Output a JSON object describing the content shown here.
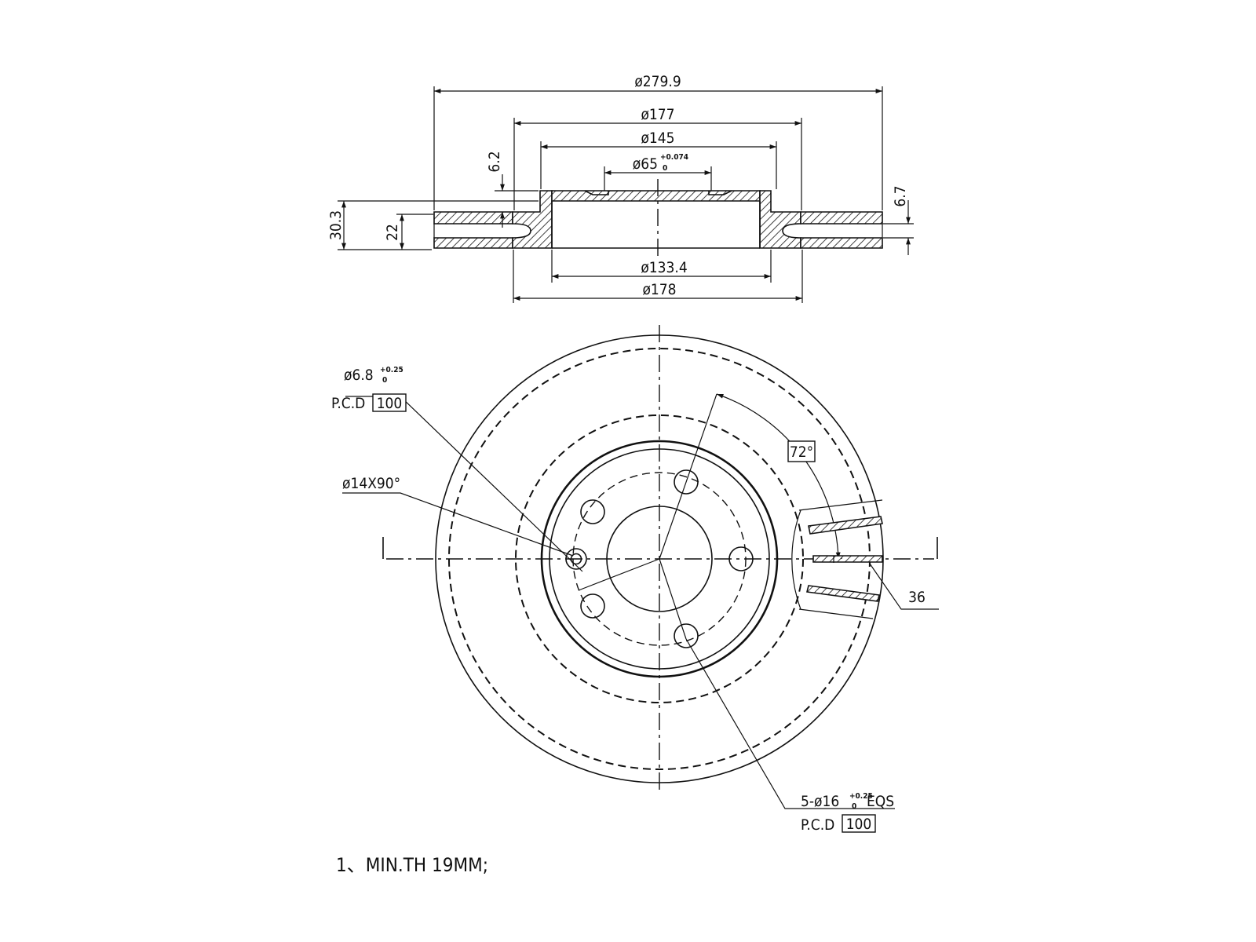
{
  "section_view": {
    "outer_diameter": "ø279.9",
    "hat_diameter": "ø177",
    "hat_inner_diameter": "ø145",
    "bore_diameter": "ø65",
    "bore_tol_upper": "+0.074",
    "bore_tol_lower": "0",
    "hat_height": "6.2",
    "total_height": "30.3",
    "disc_thickness": "22",
    "rim_thickness": "6.7",
    "bottom_inner_diameter": "ø133.4",
    "bottom_outer_diameter": "ø178"
  },
  "plan_view": {
    "pilot_hole_diameter": "ø6.8",
    "pilot_hole_tol_upper": "+0.25",
    "pilot_hole_tol_lower": "0",
    "pilot_pcd_label": "P.C.D",
    "pilot_pcd_value": "100",
    "countersink": "ø14X90°",
    "angle_value": "72°",
    "vane_count": "36",
    "bolt_holes_prefix": "5-ø16",
    "bolt_holes_tol_upper": "+0.25",
    "bolt_holes_tol_lower": "0",
    "bolt_holes_suffix": "EQS",
    "bolt_pcd_label": "P.C.D",
    "bolt_pcd_value": "100"
  },
  "notes": {
    "note_1": "1、MIN.TH 19MM;"
  }
}
